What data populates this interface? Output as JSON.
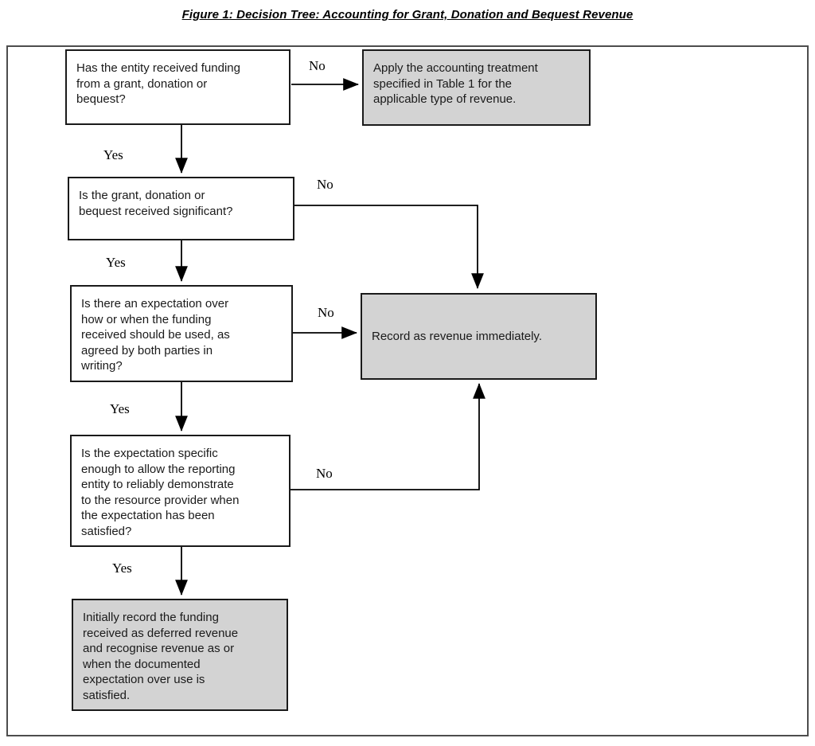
{
  "figure": {
    "title": "Figure 1: Decision Tree: Accounting for Grant, Donation and Bequest Revenue"
  },
  "diagram": {
    "type": "flowchart",
    "nodes": {
      "q1": {
        "id": "q1",
        "kind": "decision",
        "text": "Has the entity received funding\nfrom a grant, donation or\nbequest?"
      },
      "t1": {
        "id": "t1",
        "kind": "outcome",
        "text": "Apply the accounting treatment\nspecified in Table 1 for the\napplicable type of revenue."
      },
      "q2": {
        "id": "q2",
        "kind": "decision",
        "text": "Is the grant, donation or\nbequest received significant?"
      },
      "q3": {
        "id": "q3",
        "kind": "decision",
        "text": "Is there an expectation over\nhow or when the funding\nreceived should be used, as\nagreed by both parties in\nwriting?"
      },
      "t2": {
        "id": "t2",
        "kind": "outcome",
        "text": "Record as revenue immediately."
      },
      "q4": {
        "id": "q4",
        "kind": "decision",
        "text": "Is the expectation specific\nenough to allow the reporting\nentity to reliably demonstrate\nto the resource provider when\nthe expectation has been\nsatisfied?"
      },
      "t3": {
        "id": "t3",
        "kind": "outcome",
        "text": "Initially record the funding\nreceived as deferred revenue\nand recognise revenue as or\nwhen the documented\nexpectation over use is\nsatisfied."
      }
    },
    "edges": [
      {
        "from": "q1",
        "to": "t1",
        "label": "No"
      },
      {
        "from": "q1",
        "to": "q2",
        "label": "Yes"
      },
      {
        "from": "q2",
        "to": "t2",
        "label": "No"
      },
      {
        "from": "q2",
        "to": "q3",
        "label": "Yes"
      },
      {
        "from": "q3",
        "to": "t2",
        "label": "No"
      },
      {
        "from": "q3",
        "to": "q4",
        "label": "Yes"
      },
      {
        "from": "q4",
        "to": "t2",
        "label": "No"
      },
      {
        "from": "q4",
        "to": "t3",
        "label": "Yes"
      }
    ],
    "colors": {
      "outcome_fill": "#d3d3d3",
      "box_border": "#1a1a1a",
      "line": "#000000",
      "frame_border": "#4d4d4d"
    }
  }
}
